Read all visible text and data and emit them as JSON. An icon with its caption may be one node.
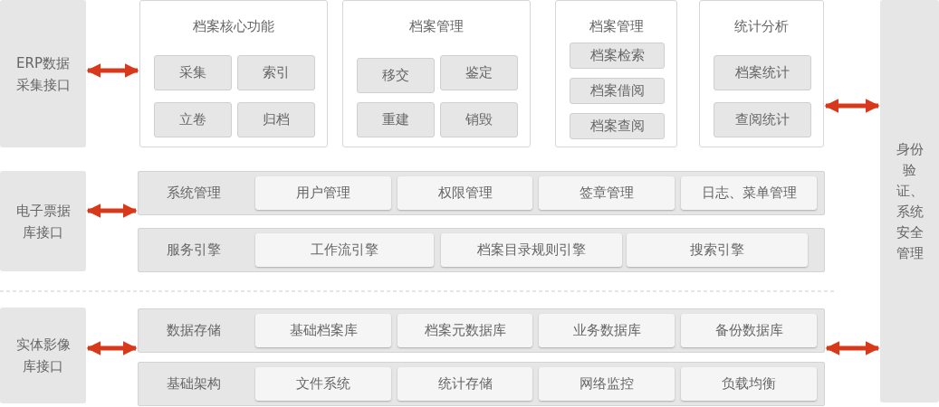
{
  "diagram": {
    "nodes": [
      {
        "text": [
          "ERP数据采集接口"
        ]
      },
      {
        "text": [
          "档案核心功能"
        ]
      },
      {
        "text": [
          "采集"
        ],
        "in": 1
      },
      {
        "text": [
          "索引"
        ],
        "in": 1
      },
      {
        "text": [
          "立卷"
        ],
        "in": 1
      },
      {
        "text": [
          "归档"
        ],
        "in": 1
      },
      {
        "text": [
          "档案管理"
        ]
      },
      {
        "text": [
          "移交"
        ],
        "in": 6
      },
      {
        "text": [
          "鉴定"
        ],
        "in": 6
      },
      {
        "text": [
          "重建"
        ],
        "in": 6
      },
      {
        "text": [
          "销毁"
        ],
        "in": 6
      },
      {
        "text": [
          "档案管理"
        ]
      },
      {
        "text": [
          "档案检索"
        ],
        "in": 11
      },
      {
        "text": [
          "档案借阅"
        ],
        "in": 11
      },
      {
        "text": [
          "档案查阅"
        ],
        "in": 11
      },
      {
        "text": [
          "统计分析"
        ]
      },
      {
        "text": [
          "档案统计"
        ],
        "in": 15
      },
      {
        "text": [
          "查阅统计"
        ],
        "in": 15
      },
      {
        "text": [
          "身份验证、系统安全管理"
        ]
      },
      {
        "text": [
          "电子票据库接口"
        ]
      },
      {
        "text": [
          "系统管理"
        ]
      },
      {
        "text": [
          "用户管理"
        ],
        "in": 20
      },
      {
        "text": [
          "权限管理"
        ],
        "in": 20
      },
      {
        "text": [
          "签章管理"
        ],
        "in": 20
      },
      {
        "text": [
          "日志、菜单管理"
        ],
        "in": 20
      },
      {
        "text": [
          "服务引擎"
        ]
      },
      {
        "text": [
          "工作流引擎"
        ],
        "in": 25
      },
      {
        "text": [
          "档案目录规则引擎"
        ],
        "in": 25
      },
      {
        "text": [
          "搜索引擎"
        ],
        "in": 25
      },
      {
        "text": [
          "实体影像库接口"
        ]
      },
      {
        "text": [
          "数据存储"
        ]
      },
      {
        "text": [
          "基础档案库"
        ],
        "in": 30
      },
      {
        "text": [
          "档案元数据库"
        ],
        "in": 30
      },
      {
        "text": [
          "业务数据库"
        ],
        "in": 30
      },
      {
        "text": [
          "备份数据库"
        ],
        "in": 30
      },
      {
        "text": [
          "基础架构"
        ]
      },
      {
        "text": [
          "文件系统"
        ],
        "in": 35
      },
      {
        "text": [
          "统计存储"
        ],
        "in": 35
      },
      {
        "text": [
          "网络监控"
        ],
        "in": 35
      },
      {
        "text": [
          "负载均衡"
        ],
        "in": 35
      }
    ],
    "edges": [
      {
        "from": 0,
        "to": 1,
        "arrow": "both"
      },
      {
        "from": 15,
        "to": 18,
        "arrow": "both"
      },
      {
        "from": 19,
        "to": 20,
        "arrow": "both"
      },
      {
        "from": 29,
        "to": 30,
        "arrow": "both"
      },
      {
        "from": 30,
        "to": 18,
        "arrow": "both"
      }
    ]
  }
}
